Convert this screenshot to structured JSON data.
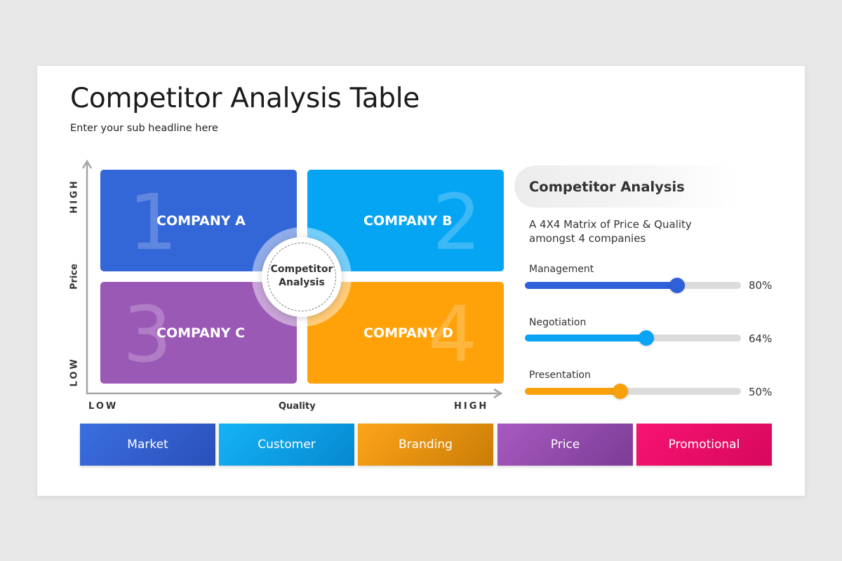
{
  "header": {
    "title": "Competitor Analysis Table",
    "subtitle": "Enter your sub headline here"
  },
  "matrix": {
    "y_axis": {
      "label": "Price",
      "high": "HIGH",
      "low": "LOW"
    },
    "x_axis": {
      "label": "Quality",
      "low": "LOW",
      "high": "HIGH"
    },
    "center_label_line1": "Competitor",
    "center_label_line2": "Analysis",
    "quadrants": [
      {
        "number": "1",
        "label": "COMPANY A",
        "color": "#3366d6"
      },
      {
        "number": "2",
        "label": "COMPANY B",
        "color": "#05a5f4"
      },
      {
        "number": "3",
        "label": "COMPANY C",
        "color": "#9b59b6"
      },
      {
        "number": "4",
        "label": "COMPANY D",
        "color": "#ffa20a"
      }
    ]
  },
  "panel": {
    "title": "Competitor Analysis",
    "description_line1": "A 4X4 Matrix of Price & Quality",
    "description_line2": "amongst 4 companies",
    "metrics": [
      {
        "label": "Management",
        "value": 80,
        "value_text": "80%",
        "color": "#2f5fd9"
      },
      {
        "label": "Negotiation",
        "value": 64,
        "value_text": "64%",
        "color": "#0ba4f5"
      },
      {
        "label": "Presentation",
        "value": 50,
        "value_text": "50%",
        "color": "#f8a10d"
      }
    ]
  },
  "buttons": [
    {
      "label": "Market",
      "color": "#3360d8"
    },
    {
      "label": "Customer",
      "color": "#0aa2ee"
    },
    {
      "label": "Branding",
      "color": "#f39a10"
    },
    {
      "label": "Price",
      "color": "#9a4cb4"
    },
    {
      "label": "Promotional",
      "color": "#ee0f6c"
    }
  ]
}
